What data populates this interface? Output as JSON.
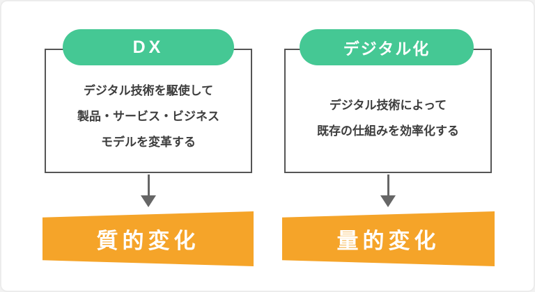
{
  "diagram": {
    "type": "comparison",
    "colors": {
      "badge_green": "#45c894",
      "banner_orange": "#f5a429",
      "box_border": "#555555",
      "arrow_gray": "#666666",
      "text_dark": "#3d3d3d",
      "card_background": "#ffffff"
    }
  },
  "columns": [
    {
      "id": "dx",
      "badge": "DX",
      "description_lines": [
        "デジタル技術を駆使して",
        "製品・サービス・ビジネス",
        "モデルを変革する"
      ],
      "result": "質的変化"
    },
    {
      "id": "digitalization",
      "badge": "デジタル化",
      "description_lines": [
        "デジタル技術によって",
        "既存の仕組みを効率化する"
      ],
      "result": "量的変化"
    }
  ]
}
